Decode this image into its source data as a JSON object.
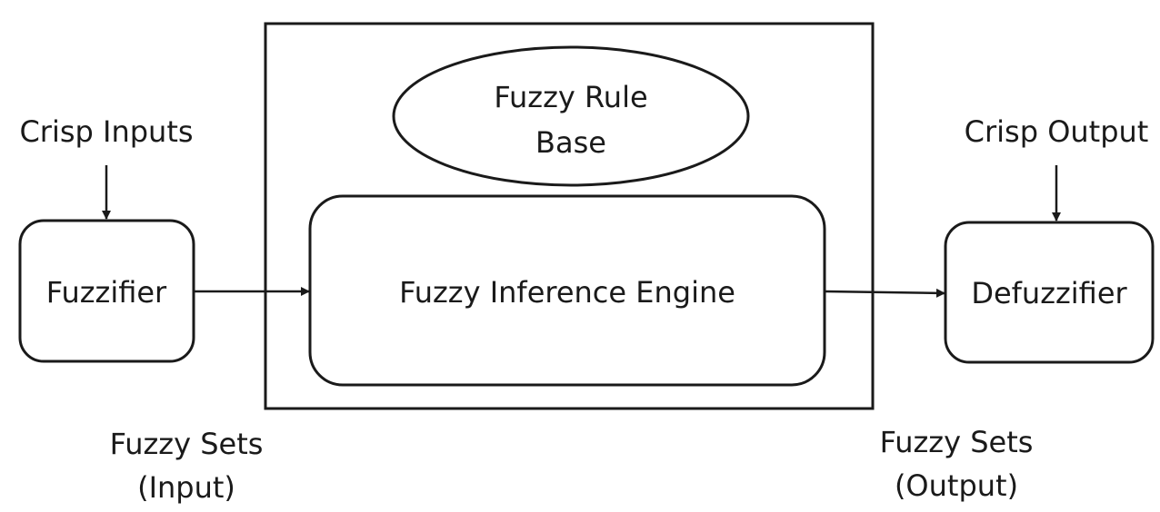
{
  "labels": {
    "crisp_inputs": "Crisp Inputs",
    "crisp_output": "Crisp Output",
    "fuzzifier": "Fuzzifier",
    "defuzzifier": "Defuzzifier",
    "rule_base_line1": "Fuzzy Rule",
    "rule_base_line2": "Base",
    "inference_engine": "Fuzzy Inference Engine",
    "fuzzy_sets_input_line1": "Fuzzy Sets",
    "fuzzy_sets_input_line2": "(Input)",
    "fuzzy_sets_output_line1": "Fuzzy Sets",
    "fuzzy_sets_output_line2": "(Output)"
  }
}
